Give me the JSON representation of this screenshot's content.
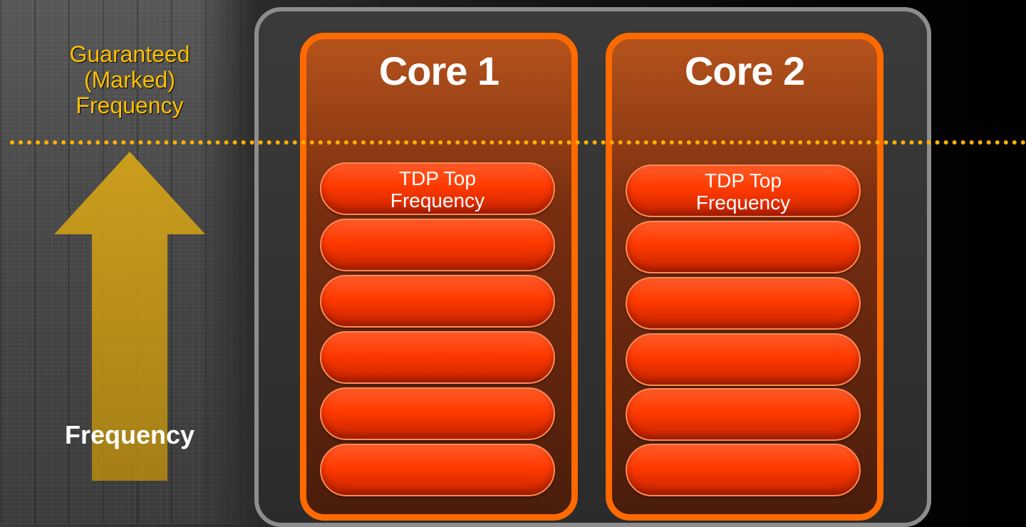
{
  "left_panel": {
    "guaranteed_label": [
      "Guaranteed",
      "(Marked)",
      "Frequency"
    ],
    "axis_label": "Frequency",
    "arrow_color": "#c99a12",
    "guaranteed_color": "#ffc000"
  },
  "threshold_line_color": "#ffb000",
  "cores": [
    {
      "title": "Core 1",
      "top_level_label": [
        "TDP Top",
        "Frequency"
      ],
      "levels": 6
    },
    {
      "title": "Core 2",
      "top_level_label": [
        "TDP Top",
        "Frequency"
      ],
      "levels": 6
    }
  ],
  "colors": {
    "core_border": "#ff6a00",
    "package_border": "#8d8d8d",
    "level_fill": "#ff3a00"
  }
}
